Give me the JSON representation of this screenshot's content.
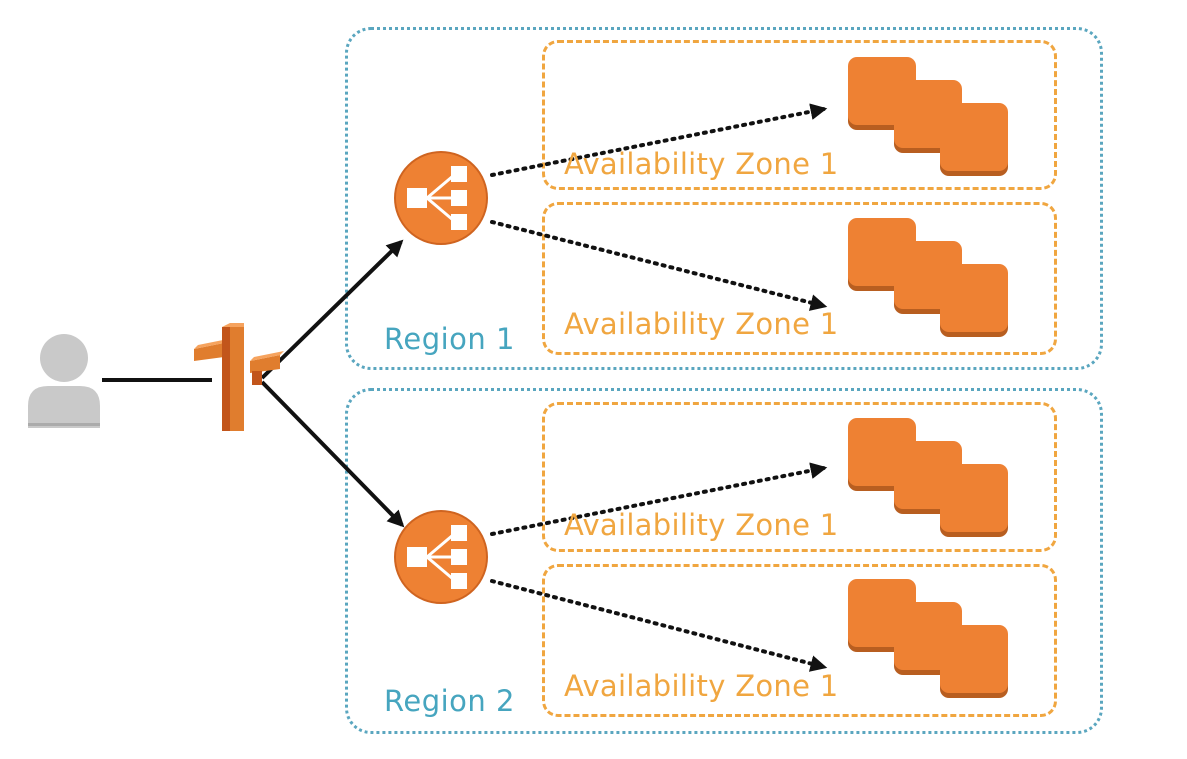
{
  "regions": [
    {
      "label": "Region 1",
      "availability_zones": [
        {
          "label": "Availability Zone 1"
        },
        {
          "label": "Availability Zone 1"
        }
      ]
    },
    {
      "label": "Region 2",
      "availability_zones": [
        {
          "label": "Availability Zone 1"
        },
        {
          "label": "Availability Zone 1"
        }
      ]
    }
  ],
  "icons": {
    "user": "user-icon",
    "dns": "route53-signpost-icon",
    "load_balancer": "load-balancer-icon",
    "instances": "ec2-instances-icon"
  },
  "colors": {
    "region_border": "#5aa6bf",
    "region_text": "#46a5bf",
    "az_border": "#f0a640",
    "az_text": "#f0a640",
    "aws_orange": "#ee8133",
    "user_gray": "#c9c9c9",
    "arrow": "#111111"
  }
}
